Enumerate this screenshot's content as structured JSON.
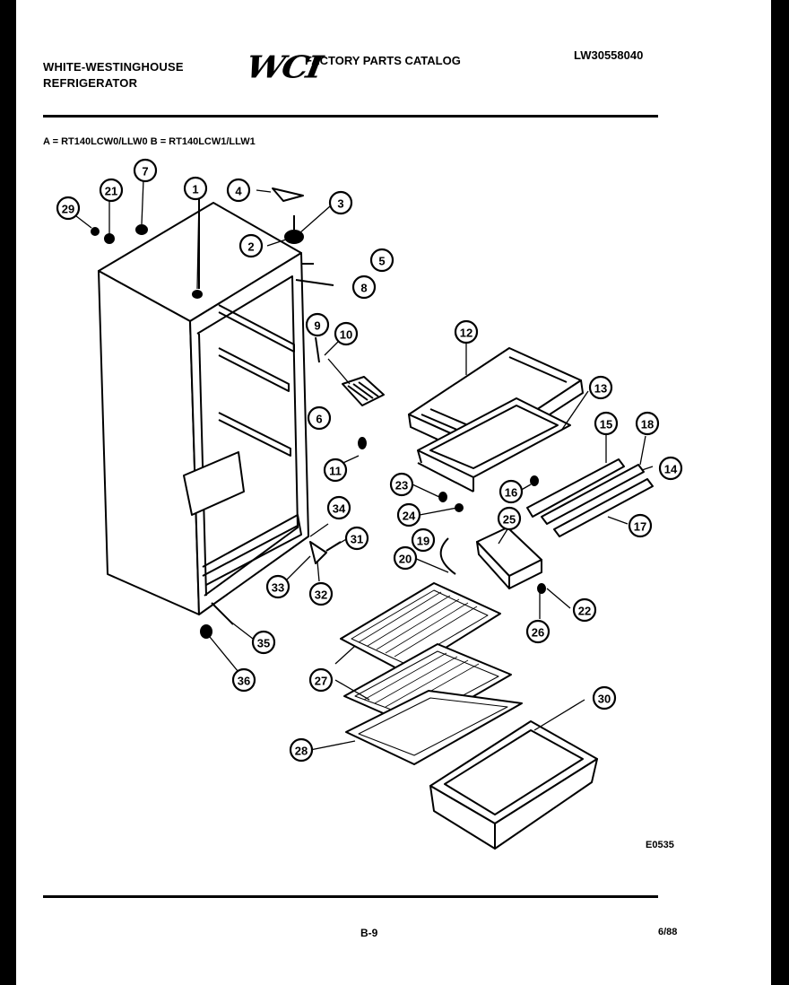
{
  "header": {
    "brand_line1": "WHITE-WESTINGHOUSE",
    "brand_line2": "REFRIGERATOR",
    "logo": "WCI",
    "catalog_title": "FACTORY PARTS CATALOG",
    "document_number": "LW30558040"
  },
  "models_line": "A = RT140LCW0/LLW0  B = RT140LCW1/LLW1",
  "diagram_code": "E0535",
  "footer": {
    "page_number": "B-9",
    "date": "6/88"
  },
  "callouts": [
    "1",
    "2",
    "3",
    "4",
    "5",
    "6",
    "7",
    "8",
    "9",
    "10",
    "11",
    "12",
    "13",
    "14",
    "15",
    "16",
    "17",
    "18",
    "19",
    "20",
    "21",
    "22",
    "23",
    "24",
    "25",
    "26",
    "27",
    "28",
    "29",
    "30",
    "31",
    "32",
    "33",
    "34",
    "35",
    "36",
    "8"
  ],
  "colors": {
    "ink": "#000000",
    "paper": "#ffffff",
    "surround": "#000000"
  }
}
